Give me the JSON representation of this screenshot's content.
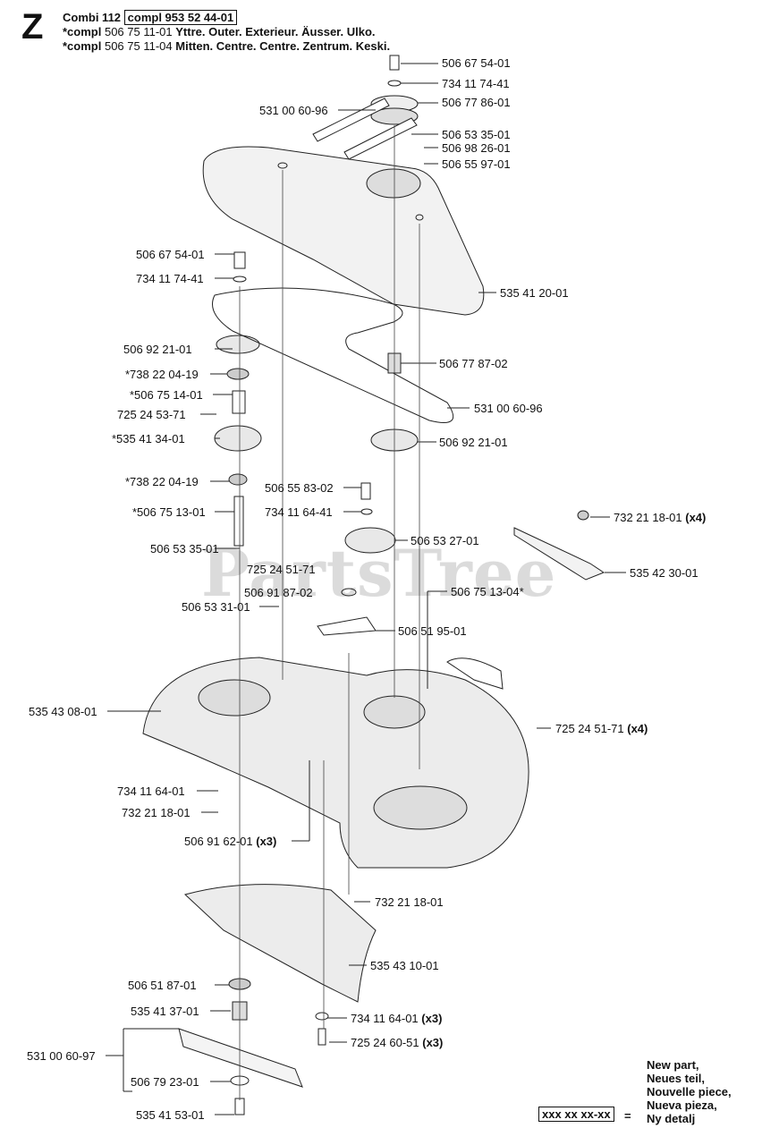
{
  "header": {
    "section_letter": "Z",
    "model": "Combi 112",
    "compl_number": "compl 953 52 44-01",
    "line2_prefix": "*compl",
    "line2_number": "506 75 11-01",
    "line2_text": "Yttre. Outer. Exterieur. Äusser. Ulko.",
    "line3_prefix": "*compl",
    "line3_number": "506 75 11-04",
    "line3_text": "Mitten. Centre. Centre. Zentrum. Keski."
  },
  "watermark": "PartsTree",
  "labels": {
    "p506675401a": "506 67 54-01",
    "p734117441a": "734 11 74-41",
    "p506778601": "506 77 86-01",
    "p531006096a": "531 00 60-96",
    "p506533501a": "506 53 35-01",
    "p506982601": "506 98 26-01",
    "p506559701": "506 55 97-01",
    "p506675401b": "506 67 54-01",
    "p734117441b": "734 11 74-41",
    "p535412001": "535 41 20-01",
    "p506922101a": "506 92 21-01",
    "p738220419a": "*738 22 04-19",
    "p506778702": "506 77 87-02",
    "p506751401": "*506 75 14-01",
    "p725245371": "725 24 53-71",
    "p531006096b": "531 00 60-96",
    "p535413401": "*535 41 34-01",
    "p506922101b": "506 92 21-01",
    "p738220419b": "*738 22 04-19",
    "p506558302": "506 55 83-02",
    "p506751301": "*506 75 13-01",
    "p734116441a": "734 11 64-41",
    "p732211801a": "732 21 18-01",
    "p732211801a_q": "(x4)",
    "p506533501b": "506 53 35-01",
    "p506532701": "506 53 27-01",
    "p535423001": "535 42 30-01",
    "p725245171a": "725 24 51-71",
    "p506918702": "506 91 87-02",
    "p506751304": "506 75 13-04*",
    "p506533101": "506 53 31-01",
    "p506519501": "506 51 95-01",
    "p535430801": "535 43 08-01",
    "p725245171b": "725 24 51-71",
    "p725245171b_q": "(x4)",
    "p734116401a": "734 11 64-01",
    "p732211801b": "732 21 18-01",
    "p506916201": "506 91 62-01",
    "p506916201_q": "(x3)",
    "p732211801c": "732 21 18-01",
    "p535431001": "535 43 10-01",
    "p506518701": "506 51 87-01",
    "p734116401b": "734 11 64-01",
    "p734116401b_q": "(x3)",
    "p535413701": "535 41 37-01",
    "p725246051": "725 24 60-51",
    "p725246051_q": "(x3)",
    "p531006097": "531 00 60-97",
    "p506792301": "506 79 23-01",
    "p535415301": "535 41 53-01"
  },
  "legend": {
    "lines": [
      "New part,",
      "Neues teil,",
      "Nouvelle piece,",
      "Nueva pieza,",
      "Ny detalj"
    ],
    "box": "xxx xx xx-xx",
    "eq": "="
  }
}
